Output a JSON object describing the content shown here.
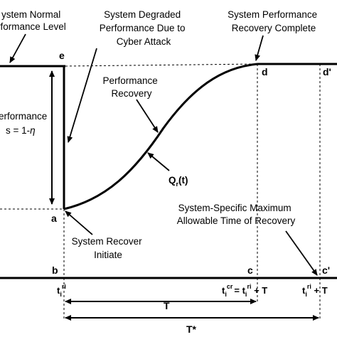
{
  "annotations": {
    "normal_level": [
      "ystem Normal",
      "rformance Level"
    ],
    "degraded": [
      "System Degraded",
      "Performance Due to",
      "Cyber Attack"
    ],
    "recovery_complete": [
      "System Performance",
      "Recovery Complete"
    ],
    "performance_recovery": [
      "Performance",
      "Recovery"
    ],
    "loss": [
      "erformance",
      "s = 1-"
    ],
    "loss_symbol": "η",
    "recovery_function": "Q",
    "recovery_function_sub": "r",
    "recovery_function_arg": "(t)",
    "max_time": [
      "System-Specific Maximum",
      "Allowable Time of Recovery"
    ],
    "recover_initiate": [
      "System Recover",
      "Initiate"
    ]
  },
  "points": {
    "e": "e",
    "d": "d",
    "d_prime": "d'",
    "a": "a",
    "b": "b",
    "c": "c",
    "c_prime": "c'"
  },
  "time_labels": {
    "t1": "t",
    "t1_sub": "i",
    "t1_sup": "ri",
    "t2": "t",
    "t2_sub": "i",
    "t2_sup": "cr",
    "t2_rest": "= t",
    "t2_rest_sub": "i",
    "t2_rest_sup": "ri",
    "t2_tail": " + T",
    "t3": "t",
    "t3_sub": "i",
    "t3_sup": "ri",
    "t3_tail": " + T"
  },
  "spans": {
    "T": "T",
    "T_star": "T*"
  }
}
